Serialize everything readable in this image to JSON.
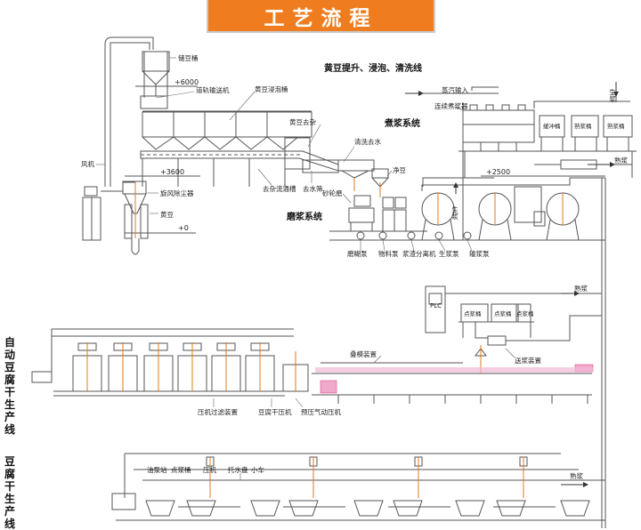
{
  "title": "工艺流程",
  "sections": {
    "soak": "黄豆提升、浸泡、清洗线",
    "boil": "煮浆系统",
    "grind": "磨浆系统",
    "press_line": "自动豆腐干生产线",
    "dry_line": "豆腐干生产线"
  },
  "elevations": {
    "e6000": "+6000",
    "e3600": "+3600",
    "e2500": "+2500",
    "e0": "+0"
  },
  "labels": {
    "storage_bin": "储豆桶",
    "rail_conveyor": "道轨输送机",
    "soak_tank": "黄豆浸泡桶",
    "fan": "风机",
    "dust_remover": "旋风除尘器",
    "soybean": "黄豆",
    "destone": "黄豆去杂",
    "wash_water": "清洗去水",
    "clean_bean": "净豆",
    "impurity_trough": "去杂流通槽",
    "dewater_screen": "去水筛",
    "grinder": "砂轮磨",
    "grind_pump": "磨糊泵",
    "material_pump": "物料泵",
    "separator": "浆渣分离机",
    "raw_pump": "生浆泵",
    "transfer_pump": "输浆泵",
    "steam_in": "蒸汽输入",
    "boiler": "连续煮浆器",
    "raw_vertical": "生浆",
    "buffer_tank": "缓冲桶",
    "cooked_tank1": "熟浆桶",
    "cooked_tank2": "熟浆桶",
    "raw_top": "生浆",
    "cooked_pipe": "熟浆",
    "cooked_pipe2": "熟浆",
    "cooked_pipe3": "熟浆",
    "plc": "PLC",
    "point_tank1": "点浆桶",
    "point_tank2": "点浆桶",
    "point_tank3": "点浆桶",
    "stack_device": "叠模装置",
    "feed_device": "送浆装置",
    "filter_device": "压机过滤装置",
    "press_machine": "豆腐干压机",
    "pre_press": "预压气动压机",
    "oil_pump": "油泵站",
    "point_tank_low": "点浆桶",
    "press_low": "压机",
    "tray": "托水盘",
    "cart": "小车"
  }
}
